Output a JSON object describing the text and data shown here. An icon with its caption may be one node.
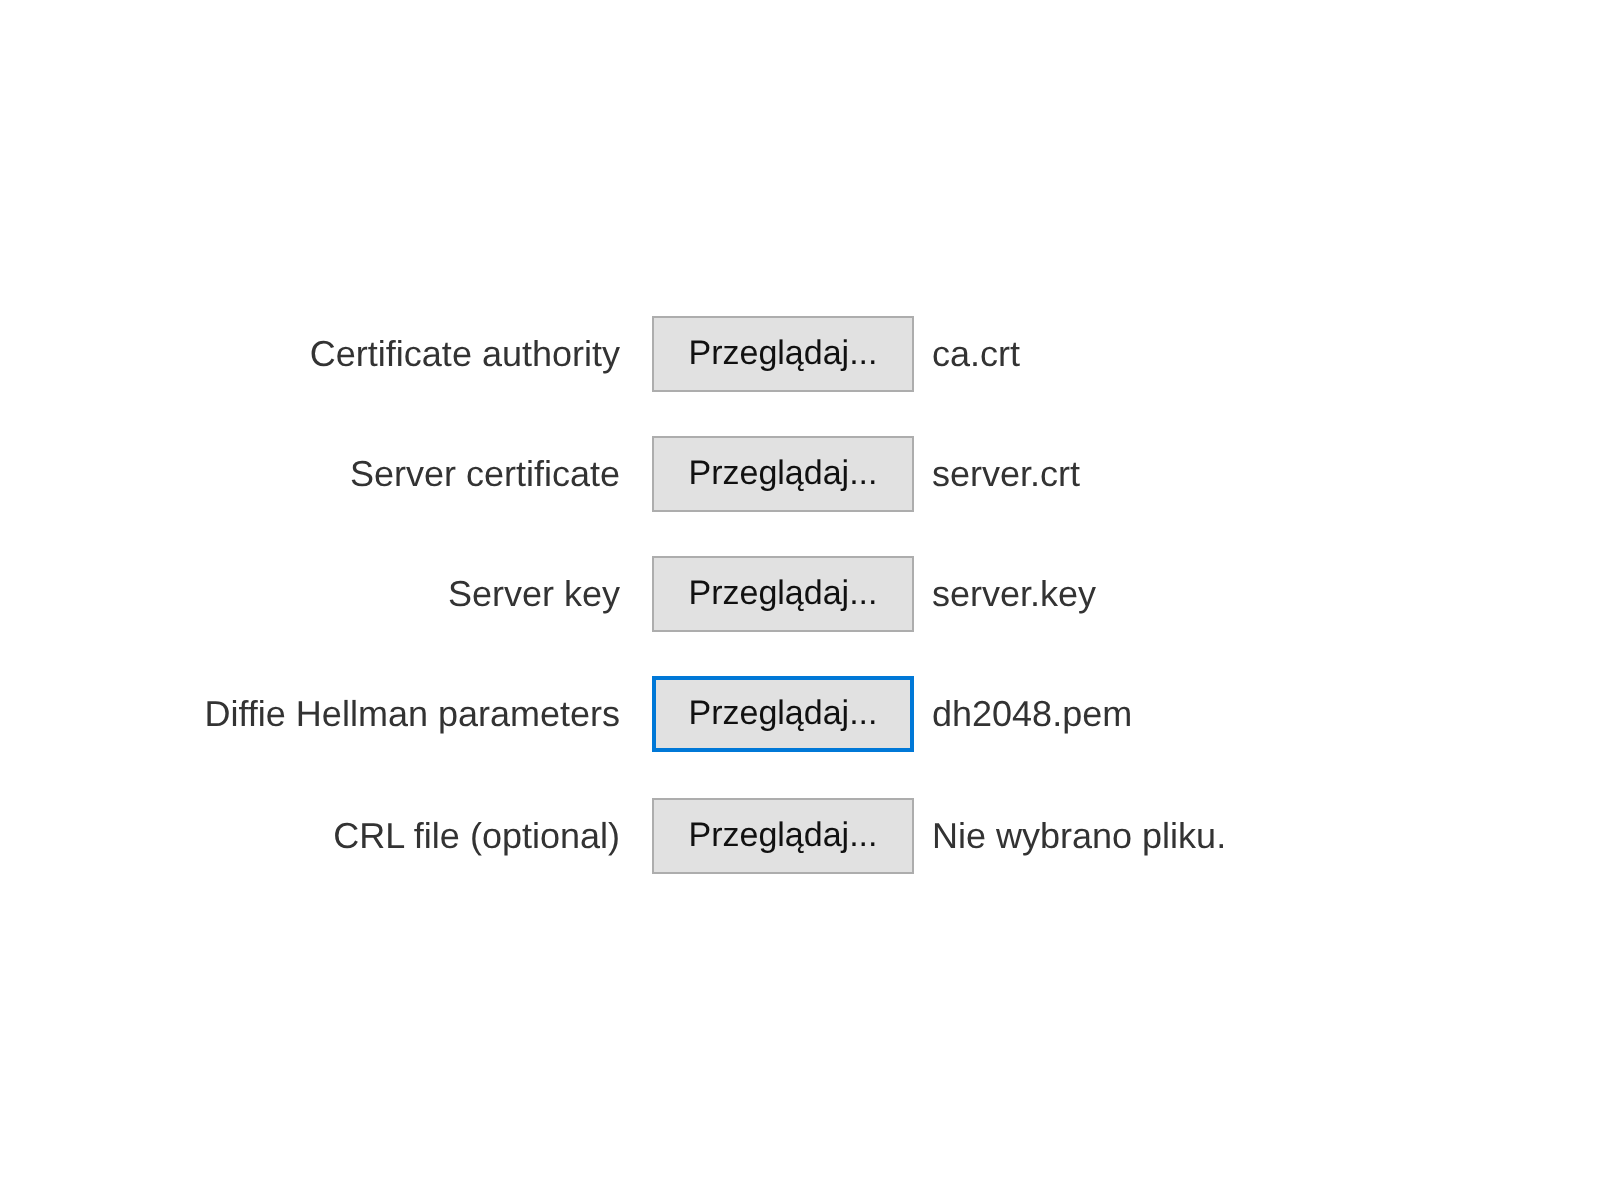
{
  "diagram": {
    "labels": [
      "Certificate authority",
      "Przeglądaj...",
      "ca.crt",
      "Server certificate",
      "Przeglądaj...",
      "server.crt",
      "Server key",
      "Przeglądaj...",
      "server.key",
      "Diffie Hellman parameters",
      "Przeglądaj...",
      "dh2048.pem",
      "CRL file (optional)",
      "Przeglądaj...",
      "Nie wybrano pliku."
    ]
  }
}
